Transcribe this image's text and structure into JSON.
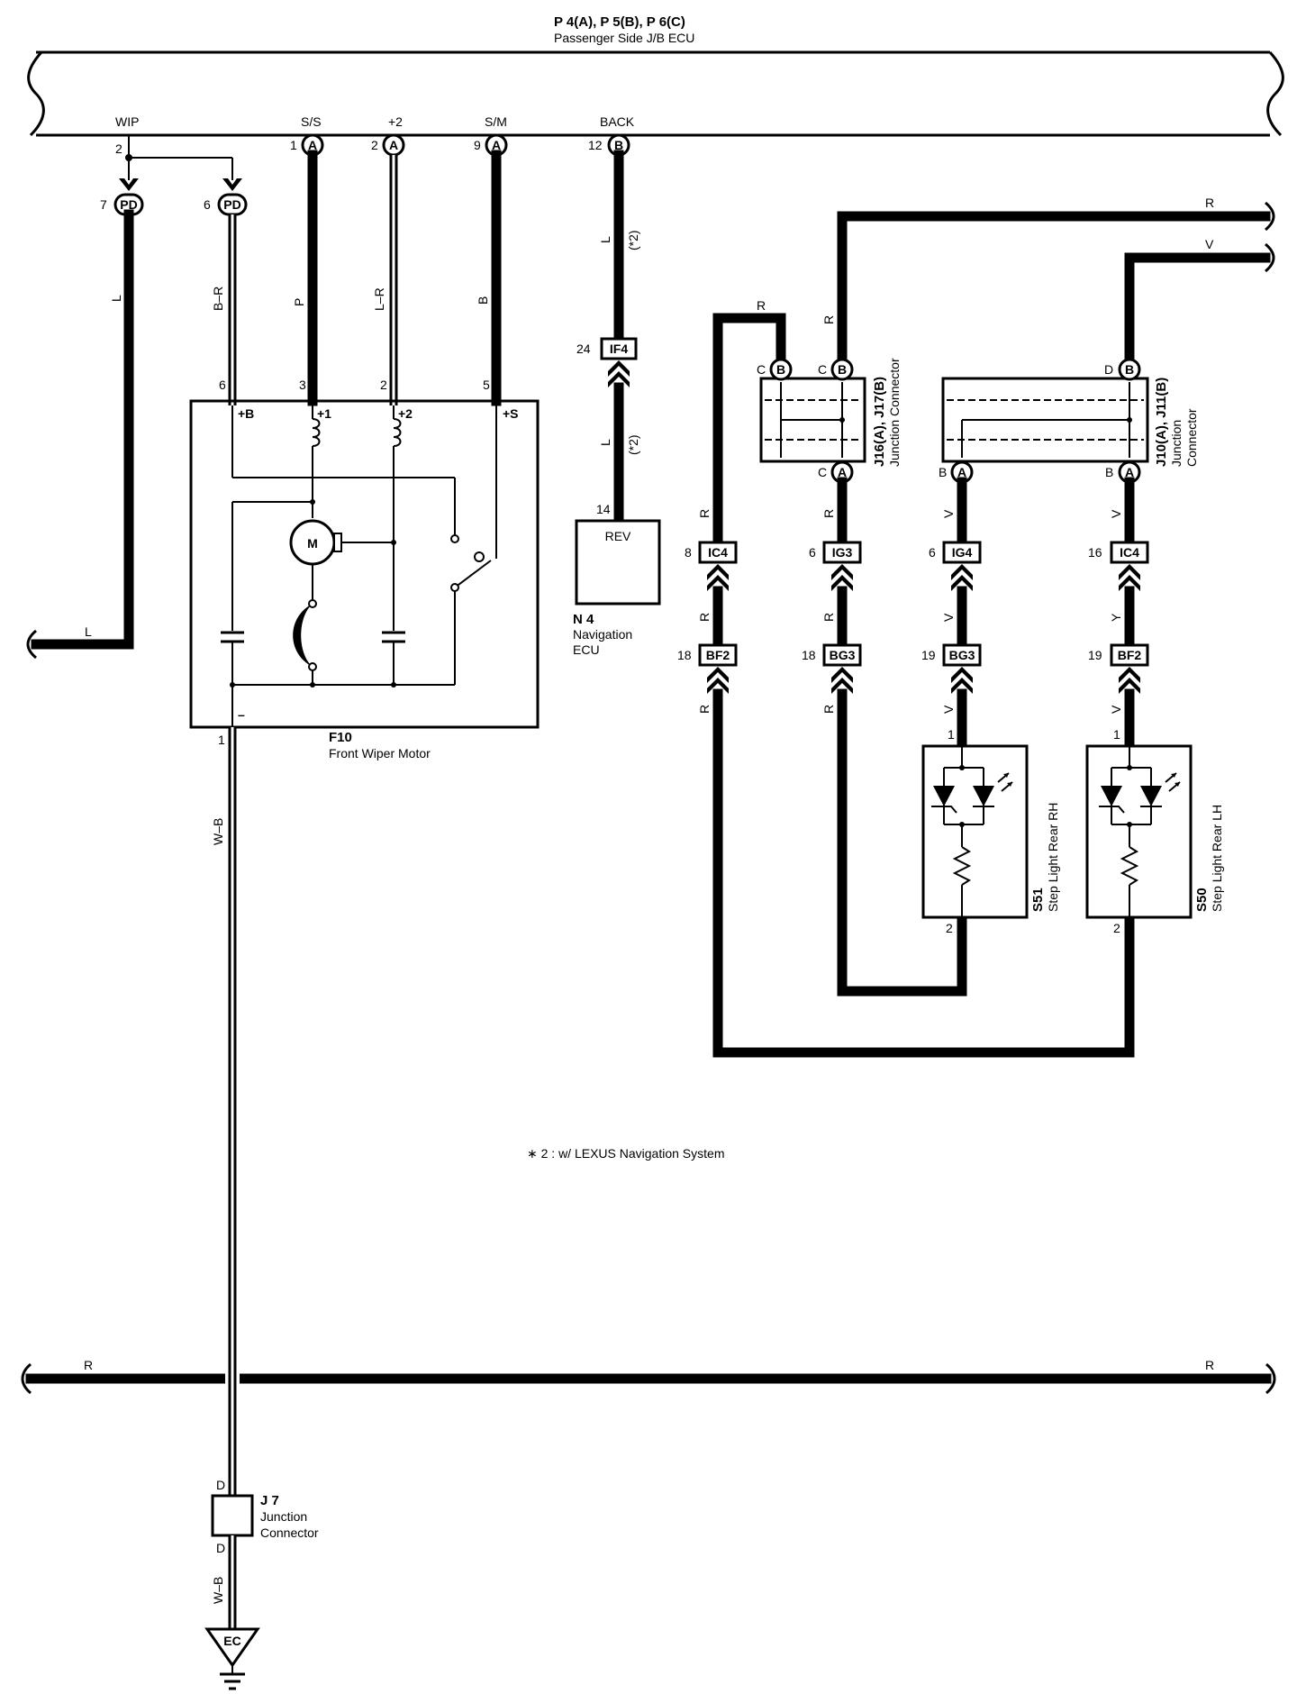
{
  "header": {
    "title": "P 4(A), P 5(B), P 6(C)",
    "subtitle": "Passenger Side J/B ECU"
  },
  "terminals": {
    "wip": "WIP",
    "ss": "S/S",
    "p2": "+2",
    "sm": "S/M",
    "back": "BACK"
  },
  "pins": {
    "wip_2": "2",
    "pd7": "7",
    "pd6": "6",
    "ss_1": "1",
    "p2_2": "2",
    "sm_9": "9",
    "back_12": "12",
    "motor_6": "6",
    "motor_3": "3",
    "motor_2": "2",
    "motor_5": "5",
    "motor_1": "1",
    "if4_24": "24",
    "rev_14": "14",
    "ic4_8": "8",
    "ig3_6": "6",
    "ig4_6": "6",
    "ic4_16": "16",
    "bf2_18": "18",
    "bg3_18": "18",
    "bg3_19": "19",
    "bf2_19": "19",
    "s51_1": "1",
    "s51_2": "2",
    "s50_1": "1",
    "s50_2": "2"
  },
  "connectors": {
    "A": "A",
    "B": "B",
    "C": "C",
    "D": "D",
    "PD": "PD",
    "IF4": "IF4",
    "IC4": "IC4",
    "IG3": "IG3",
    "IG4": "IG4",
    "BF2": "BF2",
    "BG3": "BG3",
    "EC": "EC"
  },
  "wire_colors": {
    "L": "L",
    "B_R": "B–R",
    "P": "P",
    "L_R": "L–R",
    "B": "B",
    "R": "R",
    "V": "V",
    "Y": "Y",
    "W_B": "W–B",
    "star2": "(*2)"
  },
  "motor": {
    "terms": {
      "plusB": "+B",
      "plus1": "+1",
      "plus2": "+2",
      "plusS": "+S",
      "minus": "–"
    },
    "symbol": "M",
    "id": "F10",
    "name": "Front Wiper Motor"
  },
  "nav_ecu": {
    "box": "REV",
    "id": "N 4",
    "name_line1": "Navigation",
    "name_line2": "ECU"
  },
  "jc_16_17": {
    "id": "J16(A), J17(B)",
    "name": "Junction Connector"
  },
  "jc_10_11": {
    "id": "J10(A), J11(B)",
    "name_line1": "Junction",
    "name_line2": "Connector"
  },
  "s51": {
    "id": "S51",
    "name": "Step Light Rear RH"
  },
  "s50": {
    "id": "S50",
    "name": "Step Light Rear LH"
  },
  "j7": {
    "id": "J 7",
    "name_line1": "Junction",
    "name_line2": "Connector"
  },
  "footnote": "∗ 2 : w/ LEXUS Navigation System"
}
